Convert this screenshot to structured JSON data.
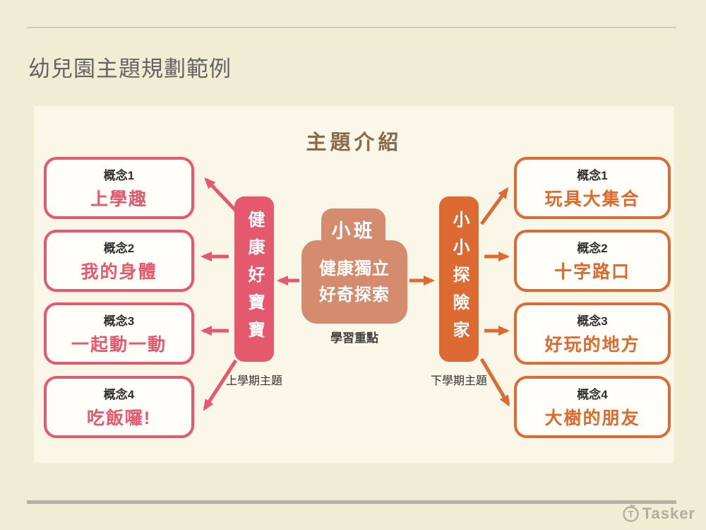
{
  "page": {
    "title": "幼兒園主題規劃範例",
    "brand": {
      "name": "Tasker",
      "icon_letter": "T"
    }
  },
  "diagram": {
    "title": "主題介紹",
    "center": {
      "level_label": "小班",
      "focus_line1": "健康獨立",
      "focus_line2": "好奇探索",
      "caption": "學習重點",
      "color": "#d58c6e"
    },
    "left_theme": {
      "name": "健康好寶寶",
      "caption": "上學期主題",
      "color": "#e4596e",
      "concepts": [
        {
          "label": "概念1",
          "value": "上學趣"
        },
        {
          "label": "概念2",
          "value": "我的身體"
        },
        {
          "label": "概念3",
          "value": "一起動一動"
        },
        {
          "label": "概念4",
          "value": "吃飯囉!"
        }
      ]
    },
    "right_theme": {
      "name": "小小探險家",
      "caption": "下學期主題",
      "color": "#de6a33",
      "concepts": [
        {
          "label": "概念1",
          "value": "玩具大集合"
        },
        {
          "label": "概念2",
          "value": "十字路口"
        },
        {
          "label": "概念3",
          "value": "好玩的地方"
        },
        {
          "label": "概念4",
          "value": "大樹的朋友"
        }
      ]
    }
  }
}
